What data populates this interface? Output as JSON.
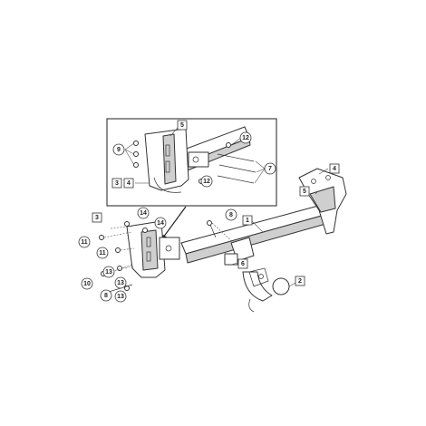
{
  "diagram": {
    "callouts": {
      "c1": "1",
      "c2": "2",
      "c3": "3",
      "c4": "4",
      "c5": "5",
      "c6": "6",
      "c7": "7",
      "c8": "8",
      "c9": "9",
      "c10": "10",
      "c11": "11",
      "c12": "12",
      "c13": "13",
      "c14": "14"
    },
    "colors": {
      "line": "#333333",
      "shade": "#cfcfcf",
      "callout_fill": "#ffffff"
    }
  }
}
